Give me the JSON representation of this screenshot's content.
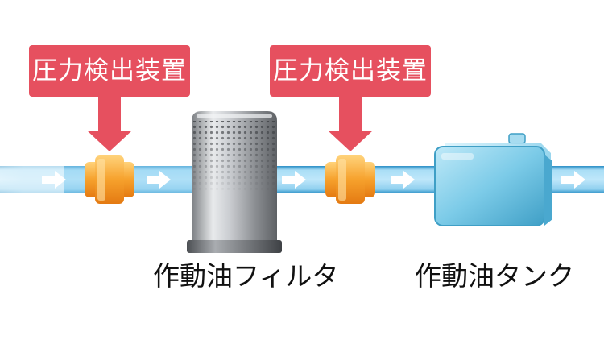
{
  "sensor_label_1": "圧力検出装置",
  "sensor_label_2": "圧力検出装置",
  "filter_label": "作動油フィルタ",
  "tank_label": "作動油タンク",
  "colors": {
    "callout": "#e6505f",
    "pipe": "#9fd8f4",
    "fitting": "#f6a12c",
    "tank": "#7ccbe8",
    "filter": "#b8bcc0",
    "flow_arrow": "#ffffff"
  },
  "icons": [
    "arrow-down-icon",
    "flow-arrow-icon",
    "pipe-fitting-icon",
    "filter-icon",
    "tank-icon"
  ]
}
